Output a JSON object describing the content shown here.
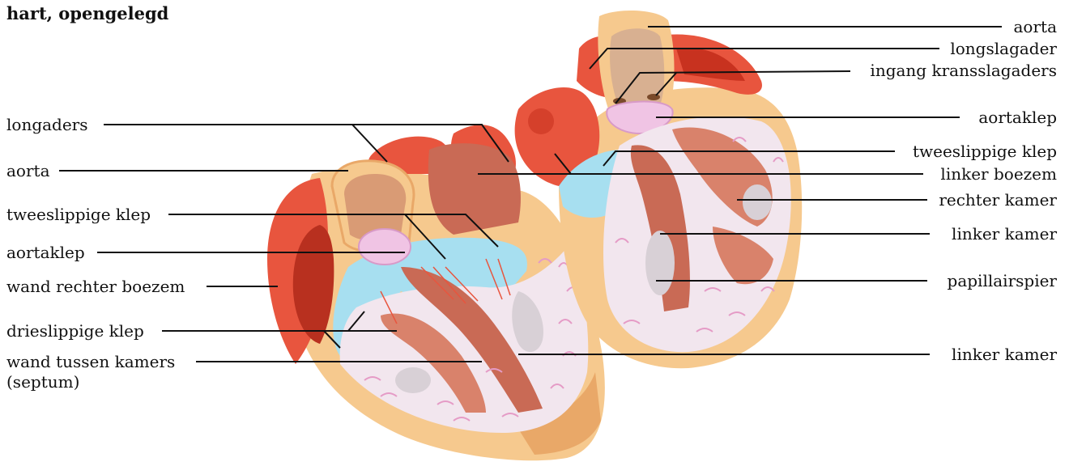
{
  "title": "hart, opengelegd",
  "labels_left": [
    "longaders",
    "aorta",
    "tweeslippige klep",
    "aortaklep",
    "wand rechter boezem",
    "drieslippige klep",
    "wand tussen kamers",
    "(septum)"
  ],
  "labels_right": [
    "aorta",
    "longslagader",
    "ingang kransslagaders",
    "aortaklep",
    "tweeslippige klep",
    "linker boezem",
    "rechter kamer",
    "linker kamer",
    "papillairspier",
    "linker kamer"
  ],
  "colors": {
    "outer_fat": "#f6c98e",
    "outer_fat_dark": "#e9a868",
    "vessel_red": "#e8553e",
    "vessel_dark": "#c8321f",
    "muscle": "#c96a55",
    "muscle_light": "#d9826b",
    "chamber_pale": "#f2e6ee",
    "valve_blue": "#a7dff0",
    "valve_pink": "#f0c4e4",
    "inner_pink": "#e59bc6",
    "leader_line": "#111111"
  }
}
